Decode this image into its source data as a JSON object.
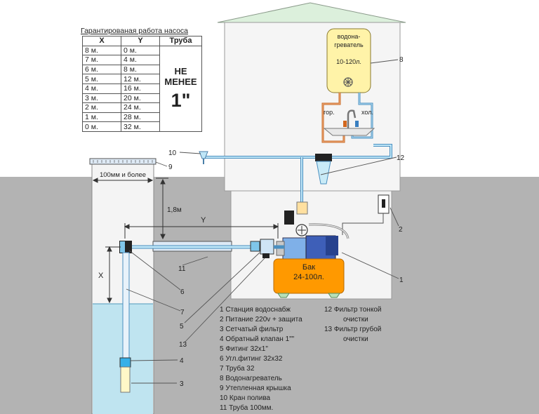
{
  "table": {
    "caption": "Гарантированая работа насоса",
    "headers": [
      "X",
      "Y",
      "Труба"
    ],
    "rows": [
      [
        "8 м.",
        "0 м."
      ],
      [
        "7 м.",
        "4 м."
      ],
      [
        "6 м.",
        "8 м."
      ],
      [
        "5 м.",
        "12 м."
      ],
      [
        "4 м.",
        "16 м."
      ],
      [
        "3 м.",
        "20 м."
      ],
      [
        "2 м.",
        "24 м."
      ],
      [
        "1 м.",
        "28 м."
      ],
      [
        "0 м.",
        "32 м."
      ]
    ],
    "pipe_note_line1": "НЕ",
    "pipe_note_line2": "МЕНЕЕ",
    "pipe_size": "1\""
  },
  "heater": {
    "line1": "водона-",
    "line2": "греватель",
    "line3": "10-120л."
  },
  "faucet": {
    "hot": "гор.",
    "cold": "хол."
  },
  "tank": {
    "line1": "Бак",
    "line2": "24-100л."
  },
  "dimensions": {
    "width": "100мм и более",
    "depth": "1,8м",
    "y": "Y",
    "x": "X"
  },
  "callouts": [
    "1",
    "2",
    "3",
    "4",
    "5",
    "6",
    "7",
    "8",
    "9",
    "10",
    "11",
    "12",
    "13"
  ],
  "legend_left": [
    "1 Станция водоснабж",
    "2 Питание 220v + защита",
    "3 Сетчатый фильтр",
    "4 Обратный клапан 1\"\"",
    "5 Фитинг 32х1\"",
    "6 Угл.фитинг 32х32",
    "7 Труба 32",
    "8 Водонагреватель",
    "9 Утепленная крышка",
    "10 Кран полива",
    "11 Труба 100мм."
  ],
  "legend_right": [
    "12 Фильтр тонкой",
    "очистки",
    "13 Фильтр грубой",
    "очистки"
  ],
  "colors": {
    "ground": "#b3b3b3",
    "water": "#bfe4f0",
    "house_wall": "#f5f5f5",
    "roof": "#dcf0dc",
    "heater": "#fff3a8",
    "tank": "#ff9900",
    "pipe_blue": "#bfe6f7",
    "pipe_hot": "#c86a28"
  }
}
